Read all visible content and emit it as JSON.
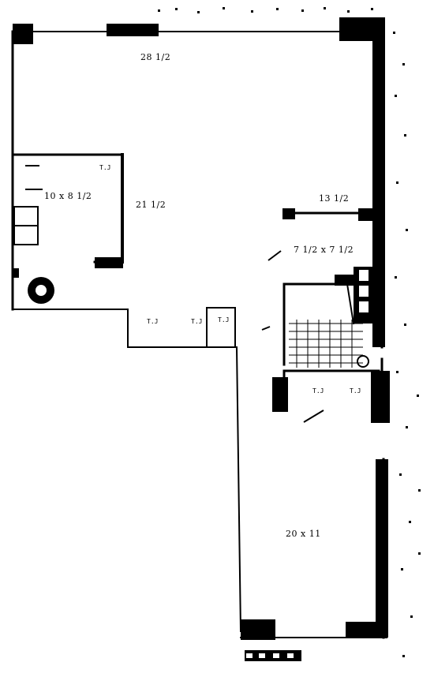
{
  "plan": {
    "ink_color": "#000000",
    "paper_color": "#ffffff",
    "dimensions": {
      "top_width": "28 1/2",
      "den": "10 x 8 1/2",
      "living_depth": "21 1/2",
      "kitchen_width": "13 1/2",
      "bath": "7 1/2 x 7 1/2",
      "bedroom": "20 x 11"
    },
    "closet_marks": [
      "T.J",
      "T.J",
      "T.J",
      "T.J",
      "T.J",
      "T.J"
    ]
  }
}
